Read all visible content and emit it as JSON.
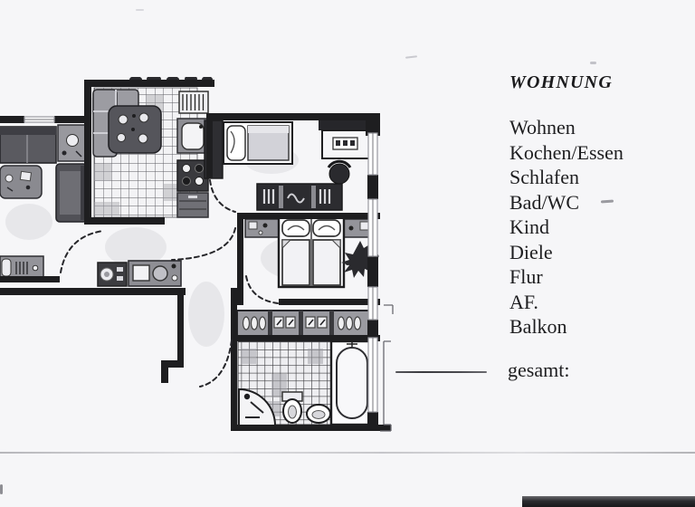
{
  "legend": {
    "title": "WOHNUNG",
    "rooms": [
      "Wohnen",
      "Kochen/Essen",
      "Schlafen",
      "Bad/WC",
      "Kind",
      "Diele",
      "Flur",
      "AF.",
      "Balkon"
    ],
    "total_label": "gesamt:"
  },
  "colors": {
    "paper": "#f6f6f8",
    "ink": "#1e1e20",
    "wall": "#1e1e20",
    "furniture_dark": "#3c3c40",
    "furniture_mid": "#8e8e94",
    "furniture_light": "#c6c6cc",
    "footer_bar": "#2b2b2f"
  }
}
